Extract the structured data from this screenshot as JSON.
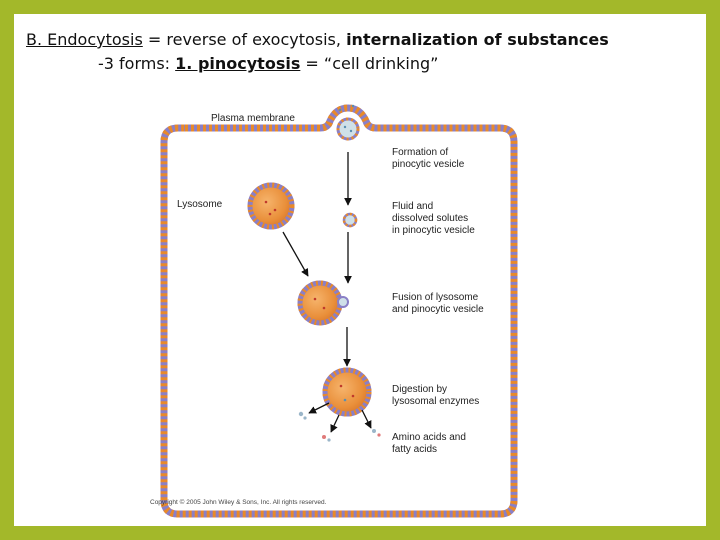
{
  "title": {
    "line1_prefix": "B. Endocytosis",
    "line1_mid": " = reverse of exocytosis, ",
    "line1_bold": "internalization of substances",
    "line2_prefix": "-3 forms: ",
    "line2_term": "1. pinocytosis",
    "line2_rest": " = “cell drinking”"
  },
  "diagram": {
    "labels": {
      "plasma_membrane": "Plasma membrane",
      "lysosome": "Lysosome",
      "formation_1": "Formation of",
      "formation_2": "pinocytic vesicle",
      "fluid_1": "Fluid and",
      "fluid_2": "dissolved solutes",
      "fluid_3": "in pinocytic vesicle",
      "fusion_1": "Fusion of lysosome",
      "fusion_2": "and pinocytic vesicle",
      "digestion_1": "Digestion by",
      "digestion_2": "lysosomal enzymes",
      "amino_1": "Amino acids and",
      "amino_2": "fatty acids"
    },
    "copyright": "Copyright © 2005 John Wiley & Sons, Inc.  All rights reserved.",
    "colors": {
      "membrane_orange": "#e8892a",
      "membrane_purple": "#8a7fc6",
      "lysosome_fill": "#e98f3a"
    }
  }
}
